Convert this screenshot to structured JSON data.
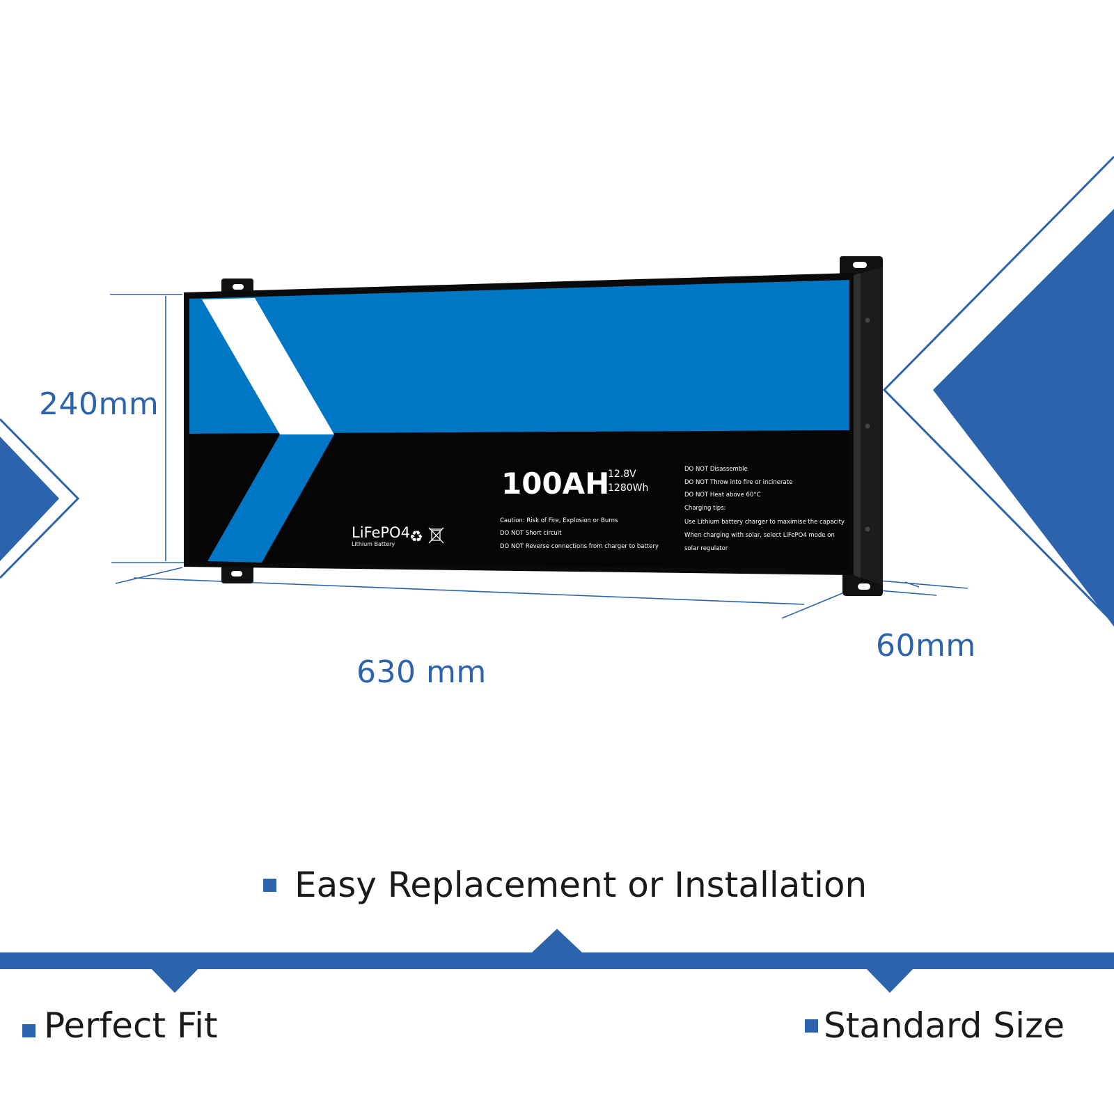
{
  "dimensions": {
    "height": "240mm",
    "length": "630 mm",
    "depth": "60mm"
  },
  "battery_label": {
    "capacity": "100AH",
    "voltage": "12.8V",
    "energy": "1280Wh",
    "chemistry": "LiFePO4",
    "type": "Lithium Battery",
    "caution_lines": [
      "Caution: Risk of Fire, Explosion or Burns",
      "DO NOT Short circuit",
      "DO NOT Reverse connections from charger to battery"
    ],
    "warning_lines": [
      "DO NOT Disassemble",
      "DO NOT Throw into fire or incinerate",
      "DO NOT Heat above 60°C",
      "Charging tips:",
      "Use Lithium battery charger to maximise the capacity",
      "When charging with solar, select LiFePO4 mode on",
      "solar regulator"
    ]
  },
  "features": {
    "center": "Easy Replacement or Installation",
    "left": "Perfect Fit",
    "right": "Standard Size"
  },
  "colors": {
    "accent": "#2b63ad",
    "battery_blue": "#0077c4",
    "battery_black": "#050505"
  }
}
